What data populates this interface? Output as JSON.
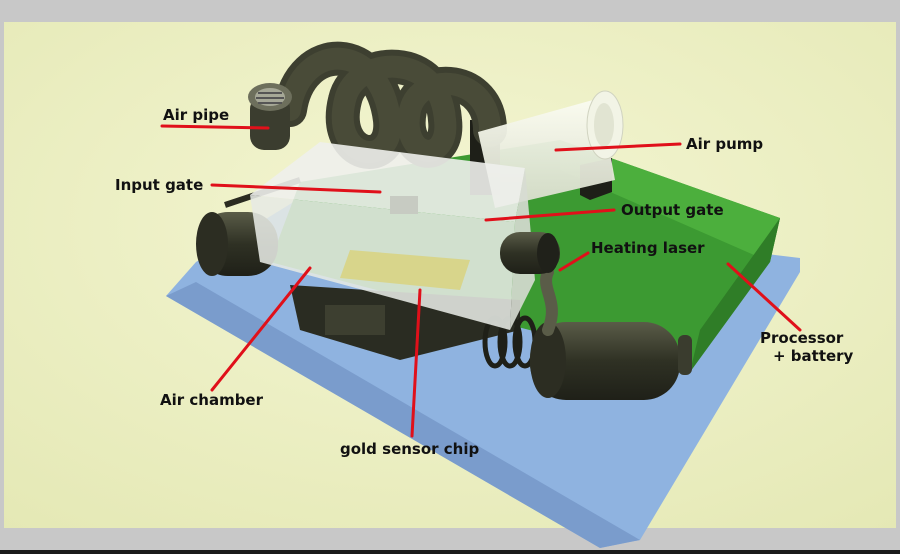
{
  "labels": {
    "air_pipe": "Air pipe",
    "air_pump": "Air pump",
    "input_gate": "Input gate",
    "output_gate": "Output gate",
    "heating_laser": "Heating laser",
    "processor_battery_line1": "Processor",
    "processor_battery_line2": "+ battery",
    "air_chamber": "Air chamber",
    "gold_sensor_chip": "gold sensor chip"
  },
  "colors": {
    "background": "#edf0c4",
    "frame": "#c8c8c8",
    "base_plate": "#8fb3e0",
    "board": "#3c9a32",
    "pointer": "#e0101a",
    "coil": "#3d3f30",
    "chamber": "#e9ecea",
    "sensor_chip": "#d9d27a"
  }
}
